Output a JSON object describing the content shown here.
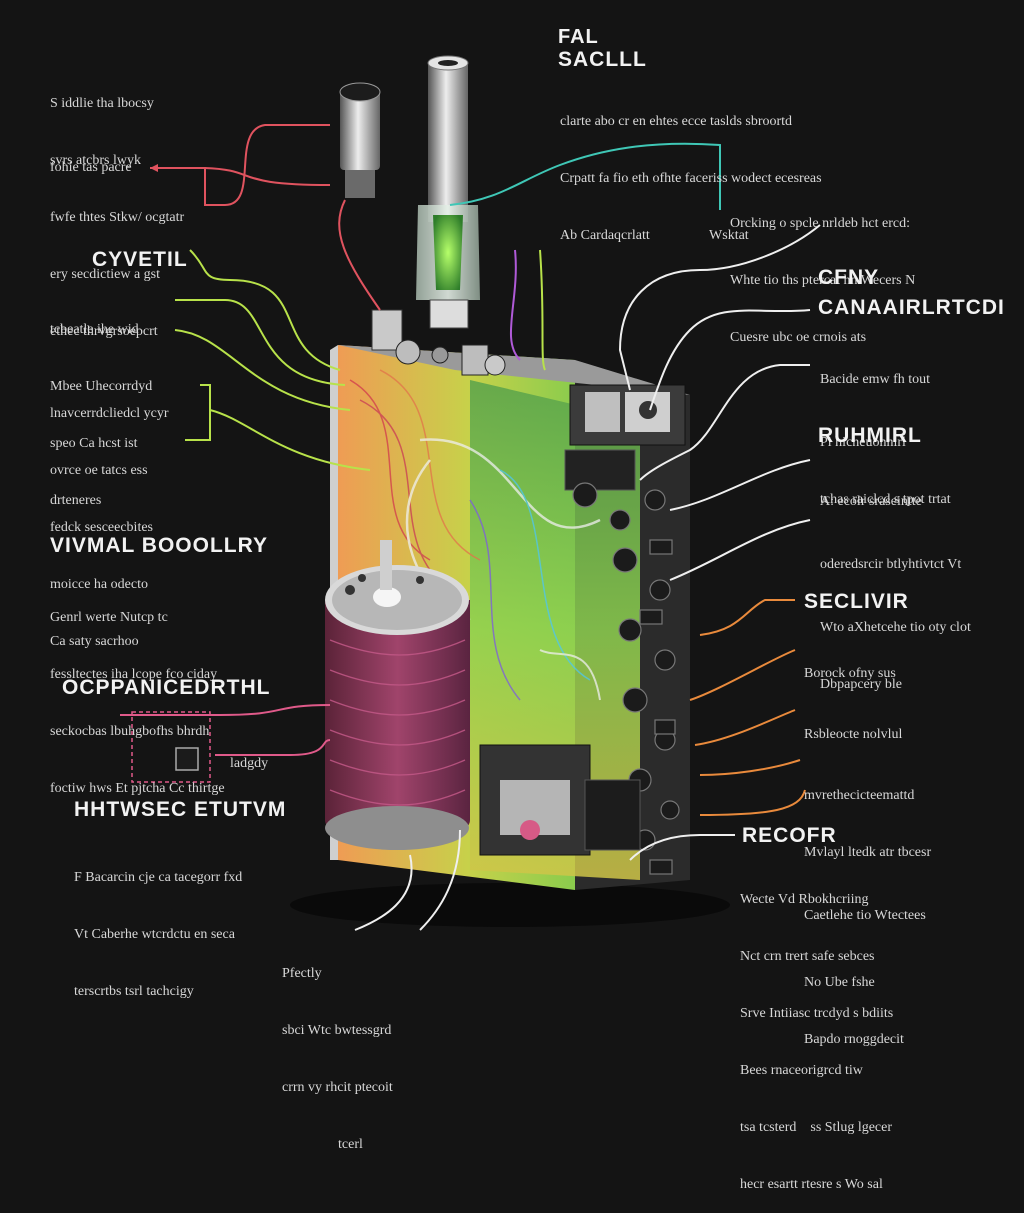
{
  "title": {
    "line1": "FAL",
    "line2": "SACLLL"
  },
  "title_desc": [
    "clarte abo cr en ehtes ecce taslds sbroortd",
    "Crpatt fa fio eth ofhte faceriss wodect ecesreas",
    "Ab Cardaqcrlatt                 Wsktat"
  ],
  "left_top_desc": [
    "S iddlie tha lbocsy",
    "svrs atcbrs lwyk",
    "fwfe thtes Stkw/ ocgtatr",
    "ery secdictiew a gst",
    "ethec thrvgrsoepcrt"
  ],
  "left_top_pointer": "fohie tas pacre",
  "cyvetil": {
    "heading": "CYVETIL",
    "lines": [
      "tcbeatle ihe wid",
      "Mbee Uhecorrdyd",
      "speo Ca hcst ist",
      "drteneres"
    ]
  },
  "left_mid_desc": [
    "lnavcerrdcliedcl ycyr",
    "ovrce oe tatcs ess",
    "fedck sesceecbites",
    "moicce ha odecto",
    "Ca saty sacrhoo"
  ],
  "vivmal": {
    "heading": "VIVMAL BOOOLLRY",
    "lines": [
      "Genrl werte Nutcp tc",
      "fessltectes iha lcope fco ciday",
      "seckocbas lbuhgbofhs bhrdh",
      "foctiw hws Et pjtcha Cc thirtge"
    ]
  },
  "ocp": {
    "heading": "OCPPANICEDRTHL",
    "small": "ladgdy"
  },
  "hhtwsec": {
    "heading": "HHTWSEC ETUTVM",
    "lines": [
      "F Bacarcin cje ca tacegorr fxd",
      "Vt Caberhe wtcrdctu en seca",
      "terscrtbs tsrl tachcigy"
    ]
  },
  "bottom_center": [
    "Pfectly",
    "sbci Wtc bwtessgrd",
    "crrn vy rhcit ptecoit",
    "tcerl"
  ],
  "right_top_desc": [
    "Orcking o spcle nrldeb hct ercd:",
    "Whte tio ths ptercat hn Wecers N",
    "Cuesre ubc oe crnois ats"
  ],
  "cfny": {
    "heading1": "CFNY",
    "heading2": "CANAAIRLRTCDI",
    "lines": [
      "Bacide emw fh tout",
      "Pi hicheuonnirl",
      "tchas raiclcd s tpot trtat"
    ]
  },
  "ruhmirl": {
    "heading": "RUHMIRL",
    "lines": [
      "A: ecolr sraseintte",
      "oderedsrcir btlyhtivtct Vt",
      "Wto aXhetcehe tio oty clot",
      "Dbpapcery ble"
    ]
  },
  "seclivir": {
    "heading": "SECLIVIR",
    "lines": [
      "Borock ofny sus",
      "Rsbleocte nolvlul",
      "mvrethecicteemattd",
      "Mvlayl ltedk atr tbcesr",
      "Caetlehe tio Wtectees",
      "No Ube fshe",
      "Bapdo rnoggdecit"
    ]
  },
  "recofr": {
    "heading": "RECOFR",
    "lines": [
      "Wecte Vd Rbokhcriing",
      "Nct crn trert safe sebces",
      "Srve Intiiasc trcdyd s bdiits",
      "Bees rnaceorigrcd tiw",
      "tsa tcsterd    ss Stlug lgecer",
      "hecr esartt rtesre s Wo sal"
    ]
  },
  "colors": {
    "background": "#141414",
    "red": "#e0535f",
    "green": "#b8e24a",
    "teal": "#3fc7b6",
    "orange": "#e98a3c",
    "white": "#efefef",
    "pink": "#e05a8a",
    "purple": "#b05ad8"
  }
}
